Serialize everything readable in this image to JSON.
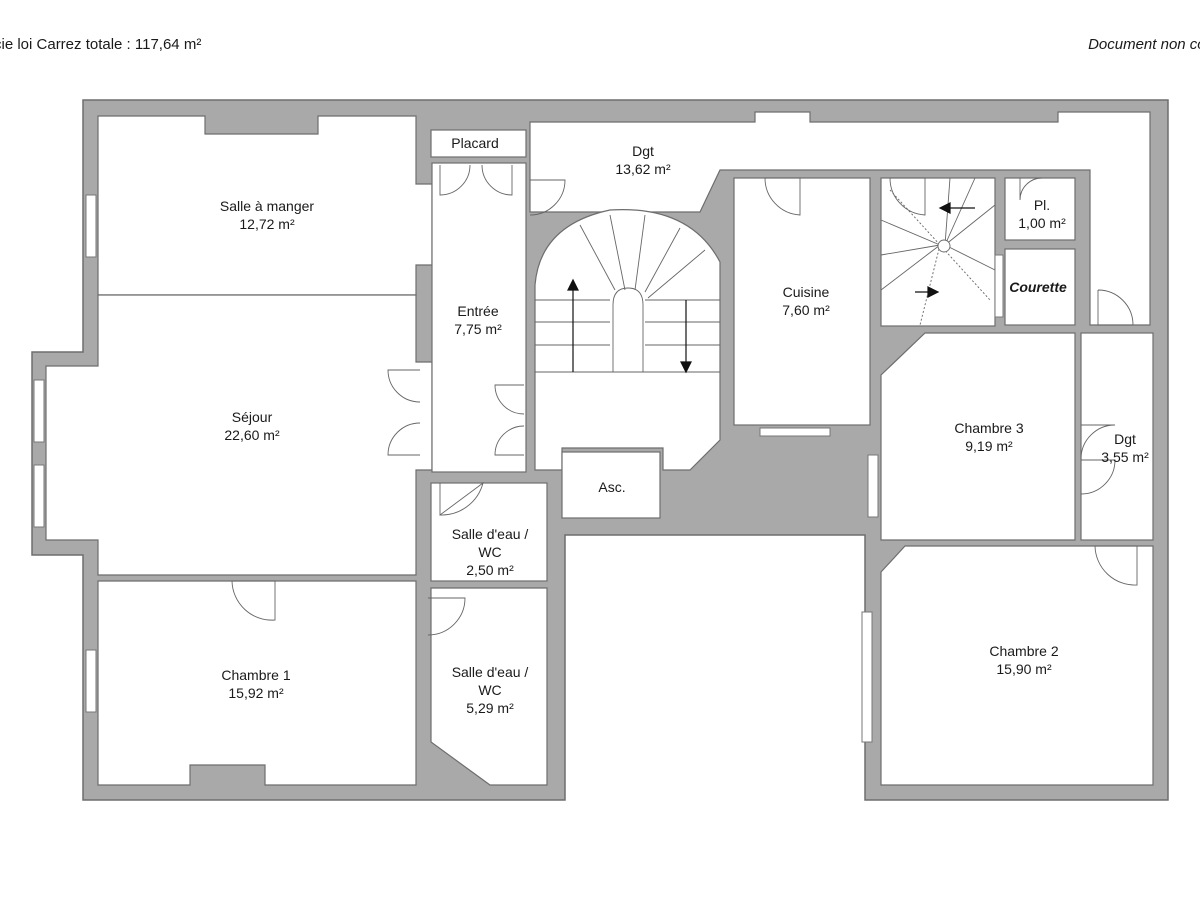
{
  "header": {
    "surface_text": "cie loi Carrez totale :  117,64 m²",
    "disclaimer_text": "Document non con"
  },
  "rooms": {
    "salle_a_manger": {
      "name": "Salle à manger",
      "area": "12,72 m²"
    },
    "sejour": {
      "name": "Séjour",
      "area": "22,60 m²"
    },
    "chambre1": {
      "name": "Chambre 1",
      "area": "15,92 m²"
    },
    "placard": {
      "name": "Placard"
    },
    "dgt_main": {
      "name": "Dgt",
      "area": "13,62 m²"
    },
    "entree": {
      "name": "Entrée",
      "area": "7,75 m²"
    },
    "asc": {
      "name": "Asc."
    },
    "salle_eau_wc1": {
      "name_line1": "Salle d'eau /",
      "name_line2": "WC",
      "area": "2,50 m²"
    },
    "salle_eau_wc2": {
      "name_line1": "Salle d'eau /",
      "name_line2": "WC",
      "area": "5,29 m²"
    },
    "cuisine": {
      "name": "Cuisine",
      "area": "7,60 m²"
    },
    "placard_pl": {
      "name": "Pl.",
      "area": "1,00 m²"
    },
    "courette": {
      "name": "Courette"
    },
    "chambre3": {
      "name": "Chambre 3",
      "area": "9,19 m²"
    },
    "dgt_small": {
      "name": "Dgt",
      "area": "3,55 m²"
    },
    "chambre2": {
      "name": "Chambre 2",
      "area": "15,90 m²"
    }
  },
  "colors": {
    "wall": "#a9a9a9",
    "wall_stroke": "#6e6e6e",
    "room_fill": "#ffffff",
    "line": "#555555"
  }
}
